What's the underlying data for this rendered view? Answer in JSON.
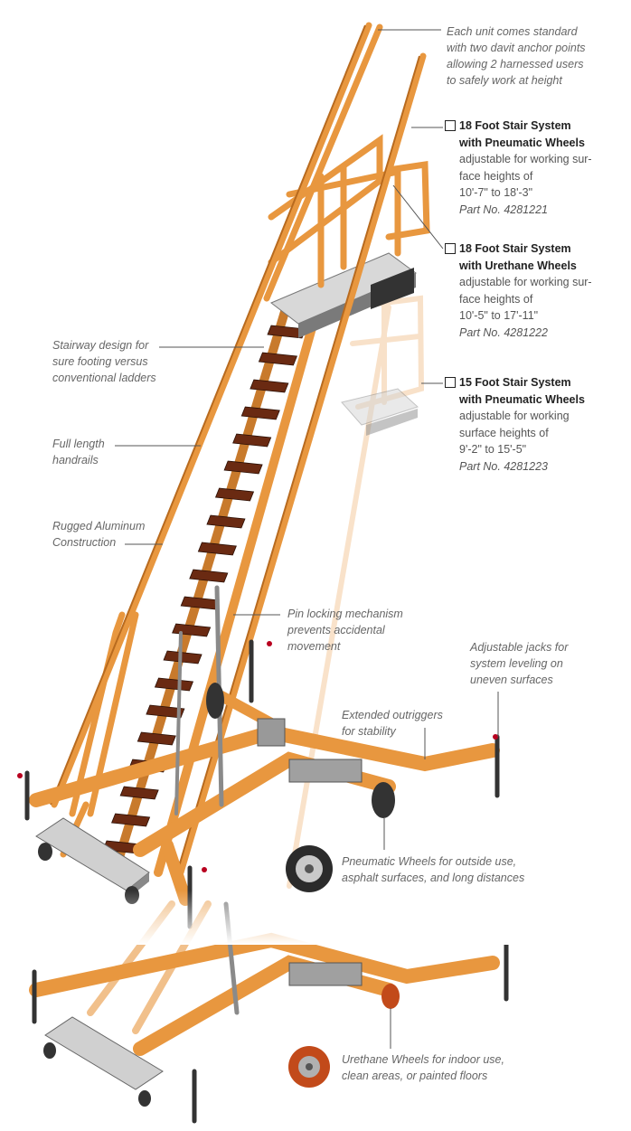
{
  "callouts": {
    "davit": "Each unit comes standard\nwith two davit anchor points\nallowing 2 harnessed users\nto safely work at height",
    "stairway": "Stairway design for\nsure footing versus\nconventional ladders",
    "handrails": "Full length\nhandrails",
    "aluminum": "Rugged Aluminum\nConstruction",
    "pin_lock": "Pin locking mechanism\nprevents accidental\nmovement",
    "jacks": "Adjustable jacks for\nsystem leveling on\nuneven surfaces",
    "outriggers": "Extended outriggers\nfor stability",
    "pneumatic": "Pneumatic Wheels for outside use,\nasphalt surfaces, and long distances",
    "urethane": "Urethane Wheels for indoor use,\nclean areas, or painted floors"
  },
  "products": [
    {
      "title": "18 Foot Stair System\nwith Pneumatic Wheels",
      "desc": "adjustable for working sur-\nface heights of\n10'-7\" to 18'-3\"",
      "part": "Part No. 4281221"
    },
    {
      "title": "18 Foot Stair System\nwith Urethane Wheels",
      "desc": "adjustable for working sur-\nface heights of\n10'-5\" to 17'-11\"",
      "part": "Part No. 4281222"
    },
    {
      "title": "15 Foot Stair System\nwith Pneumatic Wheels",
      "desc": "adjustable for working\nsurface heights of\n 9'-2\" to 15'-5\"",
      "part": "Part No. 4281223"
    }
  ],
  "colors": {
    "frame": "#e8973f",
    "frame_dark": "#b86a1e",
    "tread": "#6a2a12",
    "metal": "#9a9a9a",
    "leader": "#555555"
  }
}
